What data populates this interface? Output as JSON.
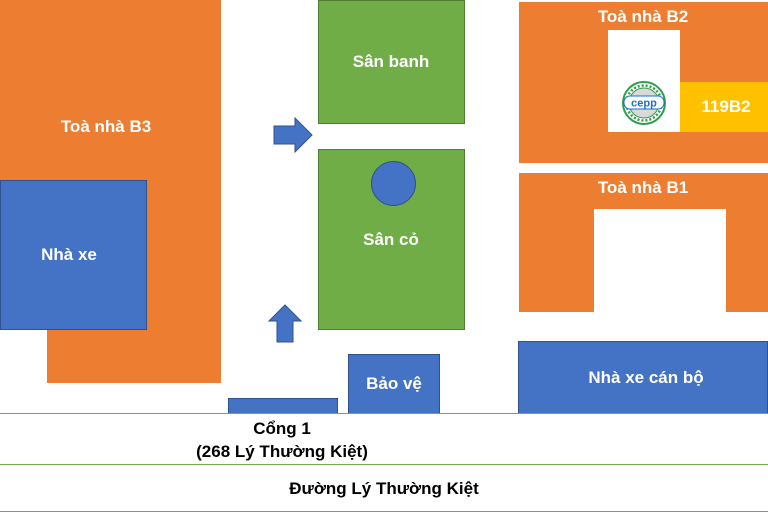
{
  "buildings": {
    "b3": "Toà nhà B3",
    "b2": "Toà nhà B2",
    "b1": "Toà nhà B1",
    "room_119b2": "119B2"
  },
  "parking": {
    "student": "Nhà xe",
    "staff": "Nhà xe cán bộ"
  },
  "fields": {
    "football": "Sân banh",
    "grass": "Sân cỏ"
  },
  "security": "Bảo vệ",
  "gate": {
    "name": "Cổng 1",
    "address": "(268 Lý Thường Kiệt)"
  },
  "street": "Đường Lý Thường Kiệt",
  "logo": {
    "text": "cepp",
    "icon": "cepp-logo"
  },
  "arrows": [
    "arrow-right",
    "arrow-up"
  ],
  "colors": {
    "building": "#ed7d31",
    "parking": "#4472c4",
    "field": "#70ad47",
    "highlight": "#ffc000"
  }
}
